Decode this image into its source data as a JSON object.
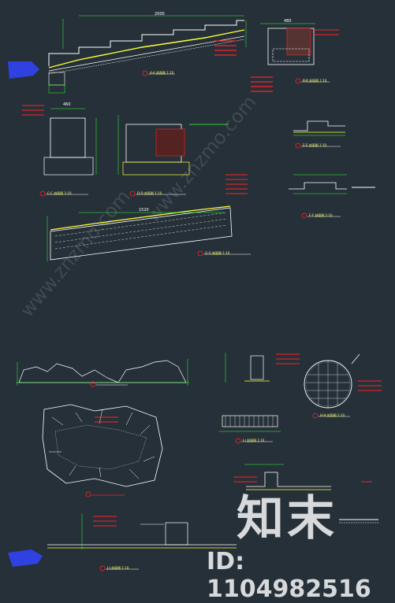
{
  "drawing": {
    "background": "#263039",
    "line_colors": {
      "structure": "#ffffff",
      "dimension": "#33ff33",
      "annotation": "#ff2222",
      "finish": "#ffff33",
      "water": "#3344ff",
      "accent": "#ff00ff"
    },
    "captions": [
      {
        "id": "sec-a",
        "text": "A-A 剖面图 1:10"
      },
      {
        "id": "sec-b",
        "text": "B-B 剖面图 1:10"
      },
      {
        "id": "sec-c",
        "text": "C-C 剖面图 1:10"
      },
      {
        "id": "sec-d",
        "text": "D-D 剖面图 1:10"
      },
      {
        "id": "sec-e",
        "text": "E-E 剖面图 1:10"
      },
      {
        "id": "sec-f",
        "text": "F-F 剖面图 1:10"
      },
      {
        "id": "sec-g",
        "text": "G-G 剖面图 1:10"
      },
      {
        "id": "sec-h",
        "text": "H-H 剖面图 1:10"
      },
      {
        "id": "sec-i",
        "text": "I-I 剖面图 1:10"
      },
      {
        "id": "sec-j",
        "text": "J-J 剖面图 1:10"
      }
    ],
    "dimensions": [
      "1520",
      "460",
      "2000",
      "480"
    ]
  },
  "watermark": {
    "brand": "知末",
    "id_text": "ID: 1104982516",
    "diagonal": "www.znzmo.com"
  }
}
